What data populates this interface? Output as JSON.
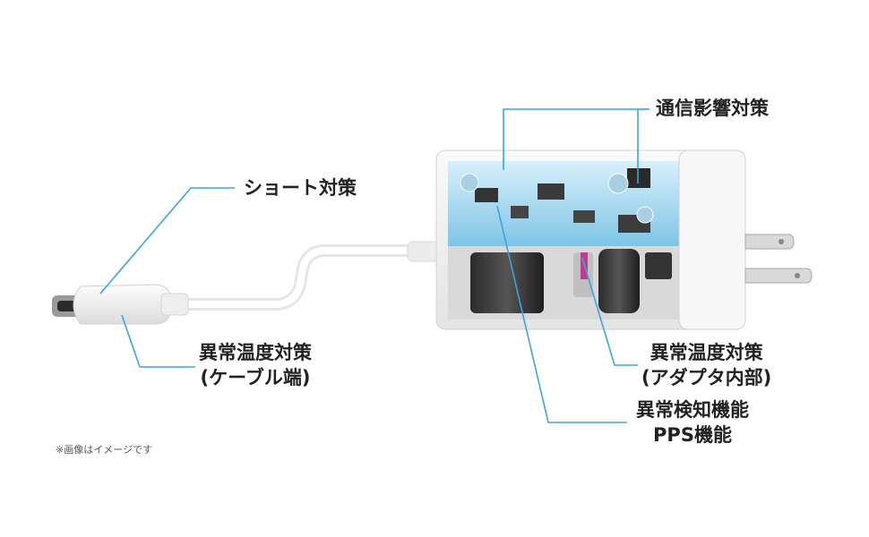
{
  "callouts": {
    "communication": "通信影響対策",
    "short_circuit": "ショート対策",
    "temp_cable_line1": "異常温度対策",
    "temp_cable_line2": "(ケーブル端)",
    "temp_adapter_line1": "異常温度対策",
    "temp_adapter_line2": "(アダプタ内部)",
    "detection_line1": "異常検知機能",
    "detection_line2": "PPS機能"
  },
  "note": "※画像はイメージです",
  "colors": {
    "leader": "#3aa6d8",
    "text": "#222222",
    "housing": "#f2f2f2",
    "board": "#bfe4f4"
  }
}
